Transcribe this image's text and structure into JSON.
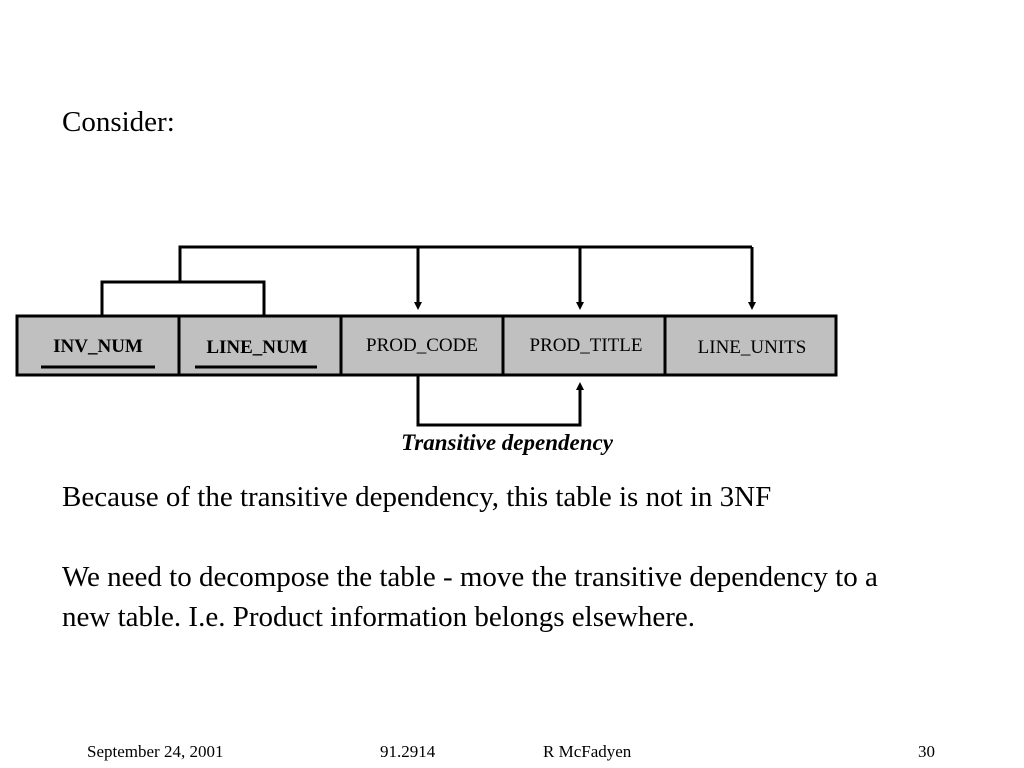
{
  "slide": {
    "heading": "Consider:",
    "paragraphs": [
      "Because of the transitive dependency, this table is not in 3NF",
      "We need to decompose the table - move the transitive dependency to a new table. I.e. Product information belongs elsewhere."
    ]
  },
  "diagram": {
    "attributes": [
      {
        "label": "INV_NUM",
        "key": true
      },
      {
        "label": "LINE_NUM",
        "key": true
      },
      {
        "label": "PROD_CODE",
        "key": false
      },
      {
        "label": "PROD_TITLE",
        "key": false
      },
      {
        "label": "LINE_UNITS",
        "key": false
      }
    ],
    "caption": "Transitive dependency",
    "cell_fill": "#c0c0c0",
    "line_color": "#000000"
  },
  "footer": {
    "date": "September 24, 2001",
    "course": "91.2914",
    "author": "R McFadyen",
    "page": "30"
  }
}
